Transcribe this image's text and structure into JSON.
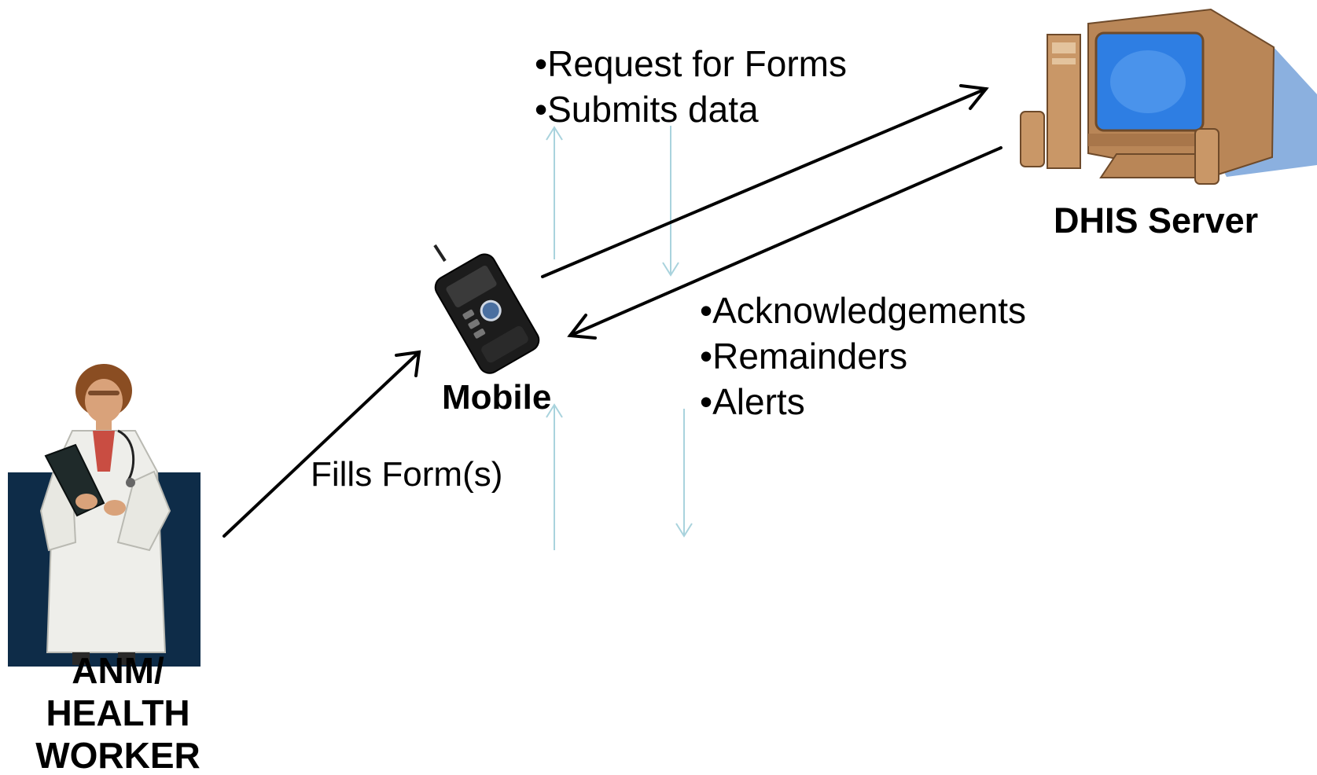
{
  "nodes": {
    "health_worker": {
      "label_lines": [
        "ANM/",
        "HEALTH",
        "WORKER"
      ]
    },
    "mobile": {
      "label": "Mobile"
    },
    "server": {
      "label": "DHIS Server"
    }
  },
  "edges": {
    "fills_form": {
      "label": "Fills Form(s)"
    },
    "mobile_to_server": {
      "items": [
        "•Request for Forms",
        "•Submits data"
      ]
    },
    "server_to_mobile": {
      "items": [
        "•Acknowledgements",
        "•Remainders",
        "•Alerts"
      ]
    }
  },
  "colors": {
    "worker_background": "#0e2c48",
    "coat": "#eeeeea",
    "thin_arrow": "#a9d3dd",
    "arrow": "#000000",
    "monitor_body": "#c99767",
    "screen": "#2e7ee3",
    "server_shadow": "#8bb0df"
  },
  "icons": {
    "worker": "doctor-with-clipboard-icon",
    "mobile": "flip-phone-icon",
    "server": "desktop-computer-icon"
  }
}
